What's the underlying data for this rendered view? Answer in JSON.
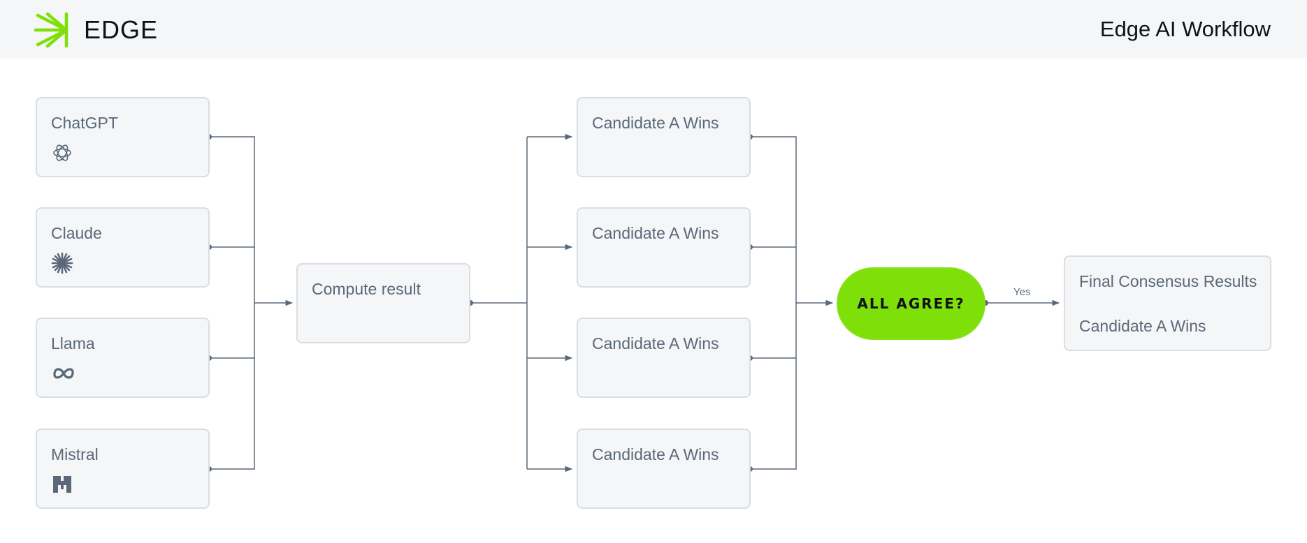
{
  "header": {
    "brand": "EDGE",
    "title": "Edge AI Workflow",
    "logo_icon": "starburst-arrow-icon",
    "accent_color": "#7ee008"
  },
  "models": [
    {
      "label": "ChatGPT",
      "icon": "openai-icon"
    },
    {
      "label": "Claude",
      "icon": "claude-asterisk-icon"
    },
    {
      "label": "Llama",
      "icon": "meta-infinity-icon"
    },
    {
      "label": "Mistral",
      "icon": "mistral-icon"
    }
  ],
  "compute": {
    "label": "Compute result"
  },
  "candidates": [
    {
      "label": "Candidate A Wins"
    },
    {
      "label": "Candidate A Wins"
    },
    {
      "label": "Candidate A Wins"
    },
    {
      "label": "Candidate A Wins"
    }
  ],
  "decision": {
    "label": "ALL AGREE?"
  },
  "edge_label": "Yes",
  "final": {
    "title": "Final Consensus Results",
    "result": "Candidate A Wins"
  }
}
